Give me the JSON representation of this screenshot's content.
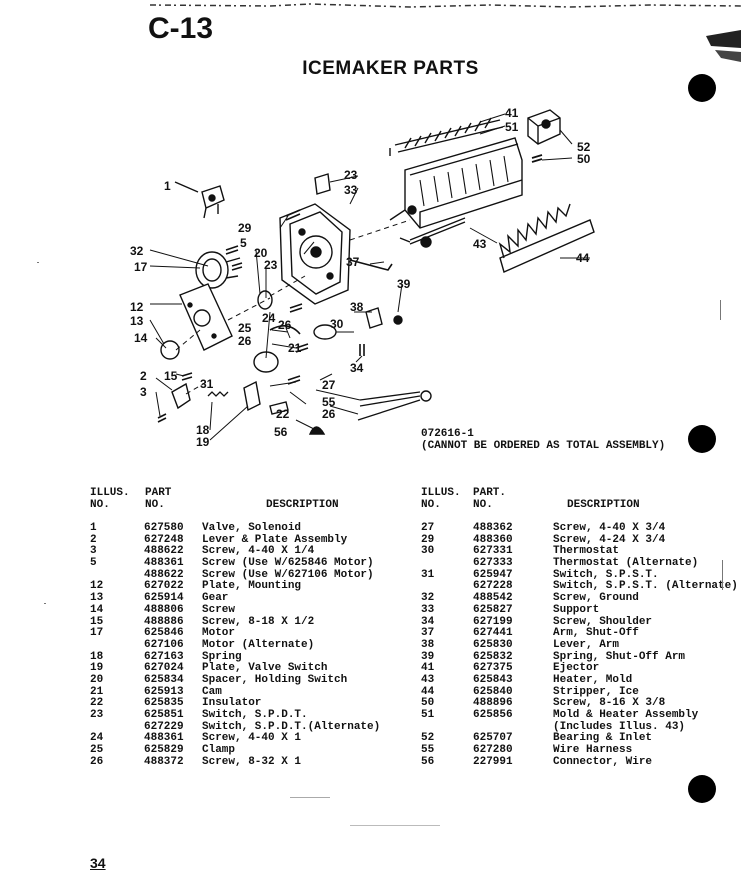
{
  "page": {
    "code": "C-13",
    "title": "ICEMAKER PARTS",
    "page_number": "34"
  },
  "diagram": {
    "drawing_number": "072616-1",
    "note": "(CANNOT BE ORDERED AS TOTAL ASSEMBLY)",
    "callouts": [
      "1",
      "2",
      "3",
      "5",
      "12",
      "13",
      "14",
      "15",
      "17",
      "18",
      "19",
      "20",
      "21",
      "22",
      "23",
      "24",
      "25",
      "26",
      "27",
      "29",
      "30",
      "31",
      "32",
      "33",
      "34",
      "37",
      "38",
      "39",
      "41",
      "43",
      "44",
      "50",
      "51",
      "52",
      "55",
      "56"
    ]
  },
  "columns": {
    "illus": [
      "ILLUS.",
      "NO."
    ],
    "part": [
      "PART",
      "NO."
    ],
    "part_right": [
      "PART.",
      "NO."
    ],
    "description": "DESCRIPTION"
  },
  "parts_left": [
    {
      "illus": "1",
      "part": "627580",
      "desc": "Valve, Solenoid"
    },
    {
      "illus": "2",
      "part": "627248",
      "desc": "Lever & Plate Assembly"
    },
    {
      "illus": "3",
      "part": "488622",
      "desc": "Screw, 4-40 X 1/4"
    },
    {
      "illus": "5",
      "part": "488361",
      "desc": "Screw (Use W/625846 Motor)"
    },
    {
      "illus": "",
      "part": "488622",
      "desc": "Screw (Use W/627106 Motor)"
    },
    {
      "illus": "12",
      "part": "627022",
      "desc": "Plate, Mounting"
    },
    {
      "illus": "13",
      "part": "625914",
      "desc": "Gear"
    },
    {
      "illus": "14",
      "part": "488806",
      "desc": "Screw"
    },
    {
      "illus": "15",
      "part": "488886",
      "desc": "Screw, 8-18 X 1/2"
    },
    {
      "illus": "17",
      "part": "625846",
      "desc": "Motor"
    },
    {
      "illus": "",
      "part": "627106",
      "desc": "Motor (Alternate)"
    },
    {
      "illus": "18",
      "part": "627163",
      "desc": "Spring"
    },
    {
      "illus": "19",
      "part": "627024",
      "desc": "Plate, Valve Switch"
    },
    {
      "illus": "20",
      "part": "625834",
      "desc": "Spacer, Holding Switch"
    },
    {
      "illus": "21",
      "part": "625913",
      "desc": "Cam"
    },
    {
      "illus": "22",
      "part": "625835",
      "desc": "Insulator"
    },
    {
      "illus": "23",
      "part": "625851",
      "desc": "Switch, S.P.D.T."
    },
    {
      "illus": "",
      "part": "627229",
      "desc": "Switch, S.P.D.T.(Alternate)"
    },
    {
      "illus": "24",
      "part": "488361",
      "desc": "Screw, 4-40 X 1"
    },
    {
      "illus": "25",
      "part": "625829",
      "desc": "Clamp"
    },
    {
      "illus": "26",
      "part": "488372",
      "desc": "Screw, 8-32 X 1"
    }
  ],
  "parts_right": [
    {
      "illus": "27",
      "part": "488362",
      "desc": "Screw, 4-40 X 3/4"
    },
    {
      "illus": "29",
      "part": "488360",
      "desc": "Screw, 4-24 X 3/4"
    },
    {
      "illus": "30",
      "part": "627331",
      "desc": "Thermostat"
    },
    {
      "illus": "",
      "part": "627333",
      "desc": "Thermostat (Alternate)"
    },
    {
      "illus": "31",
      "part": "625947",
      "desc": "Switch, S.P.S.T."
    },
    {
      "illus": "",
      "part": "627228",
      "desc": "Switch, S.P.S.T. (Alternate)"
    },
    {
      "illus": "32",
      "part": "488542",
      "desc": "Screw, Ground"
    },
    {
      "illus": "33",
      "part": "625827",
      "desc": "Support"
    },
    {
      "illus": "34",
      "part": "627199",
      "desc": "Screw, Shoulder"
    },
    {
      "illus": "37",
      "part": "627441",
      "desc": "Arm, Shut-Off"
    },
    {
      "illus": "38",
      "part": "625830",
      "desc": "Lever, Arm"
    },
    {
      "illus": "39",
      "part": "625832",
      "desc": "Spring, Shut-Off Arm"
    },
    {
      "illus": "41",
      "part": "627375",
      "desc": "Ejector"
    },
    {
      "illus": "43",
      "part": "625843",
      "desc": "Heater, Mold"
    },
    {
      "illus": "44",
      "part": "625840",
      "desc": "Stripper, Ice"
    },
    {
      "illus": "50",
      "part": "488896",
      "desc": "Screw, 8-16 X 3/8"
    },
    {
      "illus": "51",
      "part": "625856",
      "desc": "Mold & Heater Assembly"
    },
    {
      "illus": "",
      "part": "",
      "desc": "(Includes Illus. 43)"
    },
    {
      "illus": "52",
      "part": "625707",
      "desc": "Bearing & Inlet"
    },
    {
      "illus": "55",
      "part": "627280",
      "desc": "Wire Harness"
    },
    {
      "illus": "56",
      "part": "227991",
      "desc": "Connector, Wire"
    }
  ]
}
